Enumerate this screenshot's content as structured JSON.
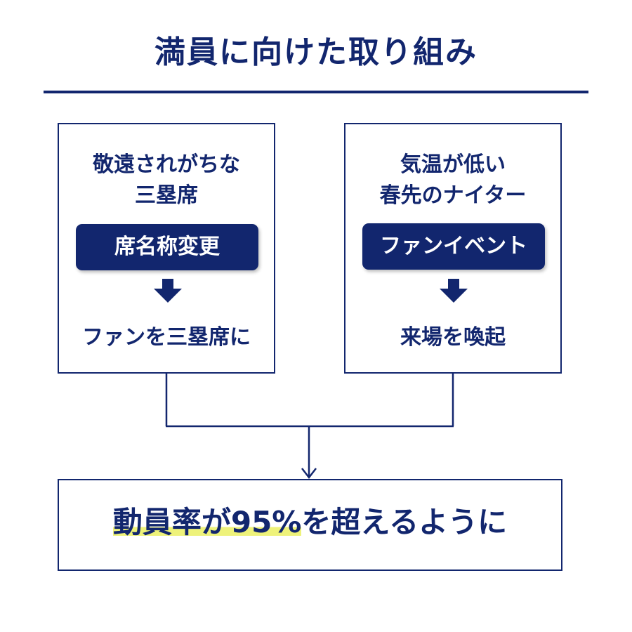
{
  "title": "満員に向けた取り組み",
  "colors": {
    "primary": "#12266e",
    "highlight": "#eef27a",
    "background": "#ffffff"
  },
  "left_panel": {
    "problem_lines": [
      "敬遠されがちな",
      "三塁席"
    ],
    "action": "席名称変更",
    "arrow_icon": "down-arrow-icon",
    "outcome": "ファンを三塁席に"
  },
  "right_panel": {
    "problem_lines": [
      "気温が低い",
      "春先のナイター"
    ],
    "action": "ファンイベント",
    "arrow_icon": "down-arrow-icon",
    "outcome": "来場を喚起"
  },
  "result": {
    "highlighted": "動員率が95%",
    "rest": "を超えるように"
  }
}
